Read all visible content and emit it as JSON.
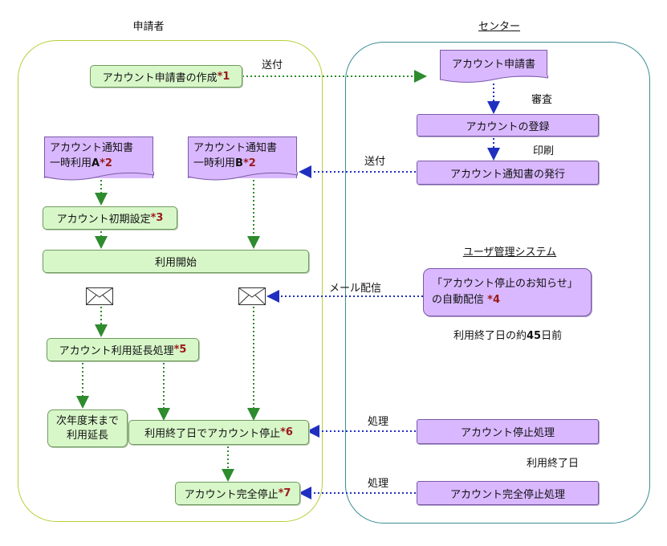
{
  "lanes": {
    "applicant": "申請者",
    "center": "センター",
    "user_system": "ユーザ管理システム"
  },
  "nodes": {
    "create_app": {
      "text": "アカウント申請書の作成 ",
      "mark": "*1"
    },
    "notice_a": {
      "line1": "アカウント通知書",
      "line2_pre": "一時利用",
      "line2_letter": "A",
      "mark": "*2"
    },
    "notice_b": {
      "line1": "アカウント通知書",
      "line2_pre": "一時利用",
      "line2_letter": "B",
      "mark": "*2"
    },
    "initial_setup": {
      "text": "アカウント初期設定 ",
      "mark": "*3"
    },
    "start_use": {
      "text": "利用開始"
    },
    "extend": {
      "text": "アカウント利用延長処理 ",
      "mark": "*5"
    },
    "extend_result": {
      "line1": "次年度末まで",
      "line2": "利用延長"
    },
    "stop_end": {
      "text": "利用終了日でアカウント停止 ",
      "mark": "*6"
    },
    "full_stop": {
      "text": "アカウント完全停止",
      "mark": "*7"
    },
    "app_doc": {
      "text": "アカウント申請書"
    },
    "register": {
      "text": "アカウントの登録"
    },
    "issue_notice": {
      "text": "アカウント通知書の発行"
    },
    "auto_notice": {
      "line1": "「アカウント停止のお知らせ」",
      "line2": "の自動配信 ",
      "mark": "*4"
    },
    "stop_proc": {
      "text": "アカウント停止処理"
    },
    "full_stop_proc": {
      "text": "アカウント完全停止処理"
    }
  },
  "labels": {
    "send1": "送付",
    "review": "審査",
    "print": "印刷",
    "send2": "送付",
    "mail": "メール配信",
    "days_before_pre": "利用終了日の約",
    "days_before_num": "45",
    "days_before_post": "日前",
    "process1": "処理",
    "end_day": "利用終了日",
    "process2": "処理"
  },
  "icons": {
    "envelope": "envelope-icon"
  },
  "colors": {
    "applicant_lane": "#b9cf3a",
    "center_lane": "#3a8d97",
    "green_box": "#d8f7c9",
    "purple_box": "#d9b8ff",
    "green_arrow": "#2e8b2e",
    "blue_arrow": "#1f2fbf",
    "mark": "#9b1a1a"
  }
}
